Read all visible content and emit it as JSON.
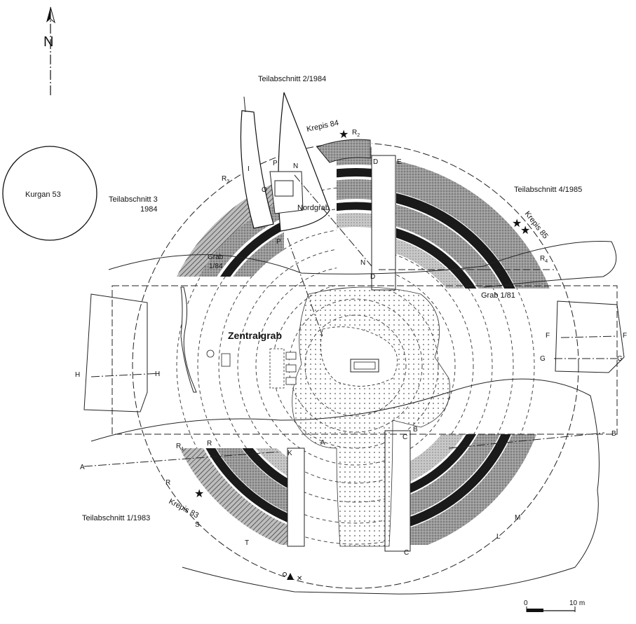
{
  "north": {
    "letter": "N"
  },
  "kurgan": {
    "label": "Kurgan 53"
  },
  "sections": {
    "s1": "Teilabschnitt 1/1983",
    "s2": "Teilabschnitt 2/1984",
    "s3a": "Teilabschnitt 3",
    "s3b": "1984",
    "s4": "Teilabschnitt 4/1985"
  },
  "krepis": {
    "k83": "Krepis 83",
    "k84": "Krepis 84",
    "k85": "Krepis 85"
  },
  "graves": {
    "central": "Zentralgrab",
    "north": "Nordgrab",
    "g1984a": "Grab",
    "g1984b": "1/84",
    "g1981": "Grab 1/81"
  },
  "points": {
    "R1": "R",
    "R1sub": "1",
    "R2": "R",
    "R2sub": "2",
    "R3": "R",
    "R3sub": "3",
    "R4": "R",
    "R4sub": "4",
    "A": "A",
    "B": "B",
    "C": "C",
    "D": "D",
    "E": "E",
    "F": "F",
    "G": "G",
    "H": "H",
    "I": "I",
    "K": "K",
    "L": "L",
    "M": "M",
    "N": "N",
    "O": "O",
    "P": "P",
    "R": "R",
    "S": "S",
    "T": "T"
  },
  "scale": {
    "start": "0",
    "end": "10 m"
  },
  "colors": {
    "ink": "#111111",
    "ditch_dark": "#1a1a1a",
    "ditch_mid": "#6e6e6e",
    "ditch_light": "#a8a8a8",
    "dots": "#555555"
  }
}
